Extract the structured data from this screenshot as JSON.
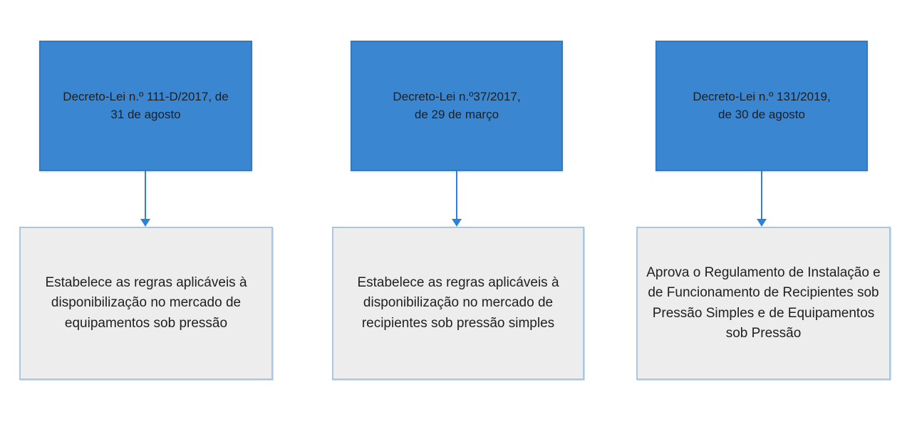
{
  "diagram": {
    "title": "decree-law pressure equipment legislation flowchart",
    "colors": {
      "law_box_fill": "#3a86d1",
      "law_box_border": "#2f79c5",
      "desc_box_fill": "#ededed",
      "desc_box_border": "#a9c7e2",
      "arrow": "#2e81d6",
      "text": "#1f1f1f",
      "background": "#ffffff"
    },
    "columns": [
      {
        "law": "Decreto-Lei n.º 111-D/2017, de\n31 de agosto",
        "description": "Estabelece as regras aplicáveis à\ndisponibilização no mercado de\nequipamentos sob pressão"
      },
      {
        "law": "Decreto-Lei n.º37/2017,\nde 29 de março",
        "description": "Estabelece as regras aplicáveis à\ndisponibilização no mercado de\nrecipientes sob pressão simples"
      },
      {
        "law": "Decreto-Lei n.º 131/2019,\nde 30 de agosto",
        "description": "Aprova o Regulamento de Instalação e\nde Funcionamento de Recipientes sob\nPressão Simples e de Equipamentos\nsob Pressão"
      }
    ]
  }
}
